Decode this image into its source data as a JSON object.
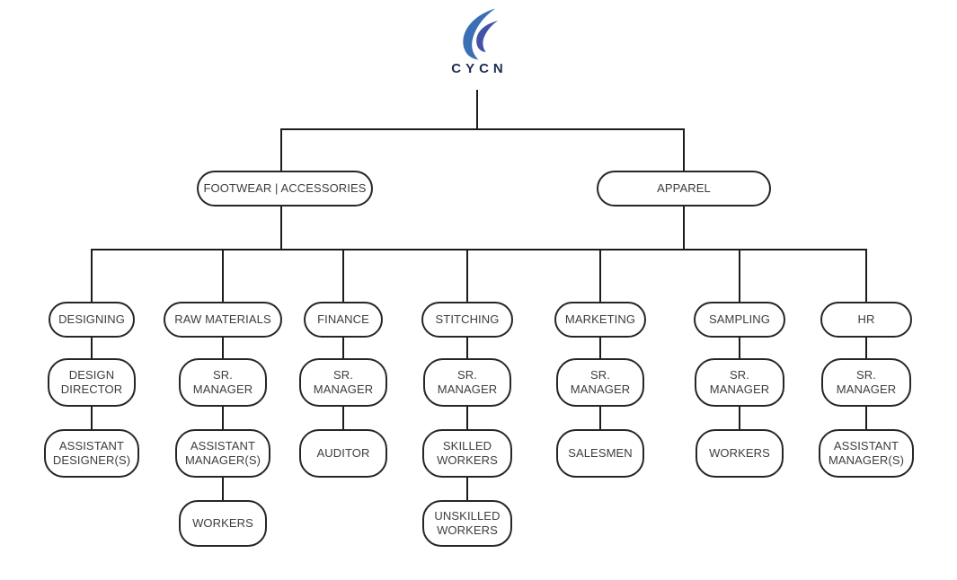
{
  "logo": {
    "text": "CYCN",
    "text_color": "#1e2c52",
    "swoosh_primary": "#3a6fb5",
    "swoosh_secondary": "#4253a6"
  },
  "colors": {
    "line": "#1c1c1c",
    "box_border": "#262626",
    "box_text": "#3d3d3d",
    "background": "#ffffff"
  },
  "divisions": [
    {
      "label": "FOOTWEAR | ACCESSORIES"
    },
    {
      "label": "APPAREL"
    }
  ],
  "columns": [
    {
      "department": "DESIGNING",
      "chain": [
        "DESIGN\nDIRECTOR",
        "ASSISTANT\nDESIGNER(S)"
      ]
    },
    {
      "department": "RAW MATERIALS",
      "chain": [
        "SR.\nMANAGER",
        "ASSISTANT\nMANAGER(S)",
        "WORKERS"
      ]
    },
    {
      "department": "FINANCE",
      "chain": [
        "SR.\nMANAGER",
        "AUDITOR"
      ]
    },
    {
      "department": "STITCHING",
      "chain": [
        "SR.\nMANAGER",
        "SKILLED\nWORKERS",
        "UNSKILLED\nWORKERS"
      ]
    },
    {
      "department": "MARKETING",
      "chain": [
        "SR.\nMANAGER",
        "SALESMEN"
      ]
    },
    {
      "department": "SAMPLING",
      "chain": [
        "SR.\nMANAGER",
        "WORKERS"
      ]
    },
    {
      "department": "HR",
      "chain": [
        "SR.\nMANAGER",
        "ASSISTANT\nMANAGER(S)"
      ]
    }
  ]
}
